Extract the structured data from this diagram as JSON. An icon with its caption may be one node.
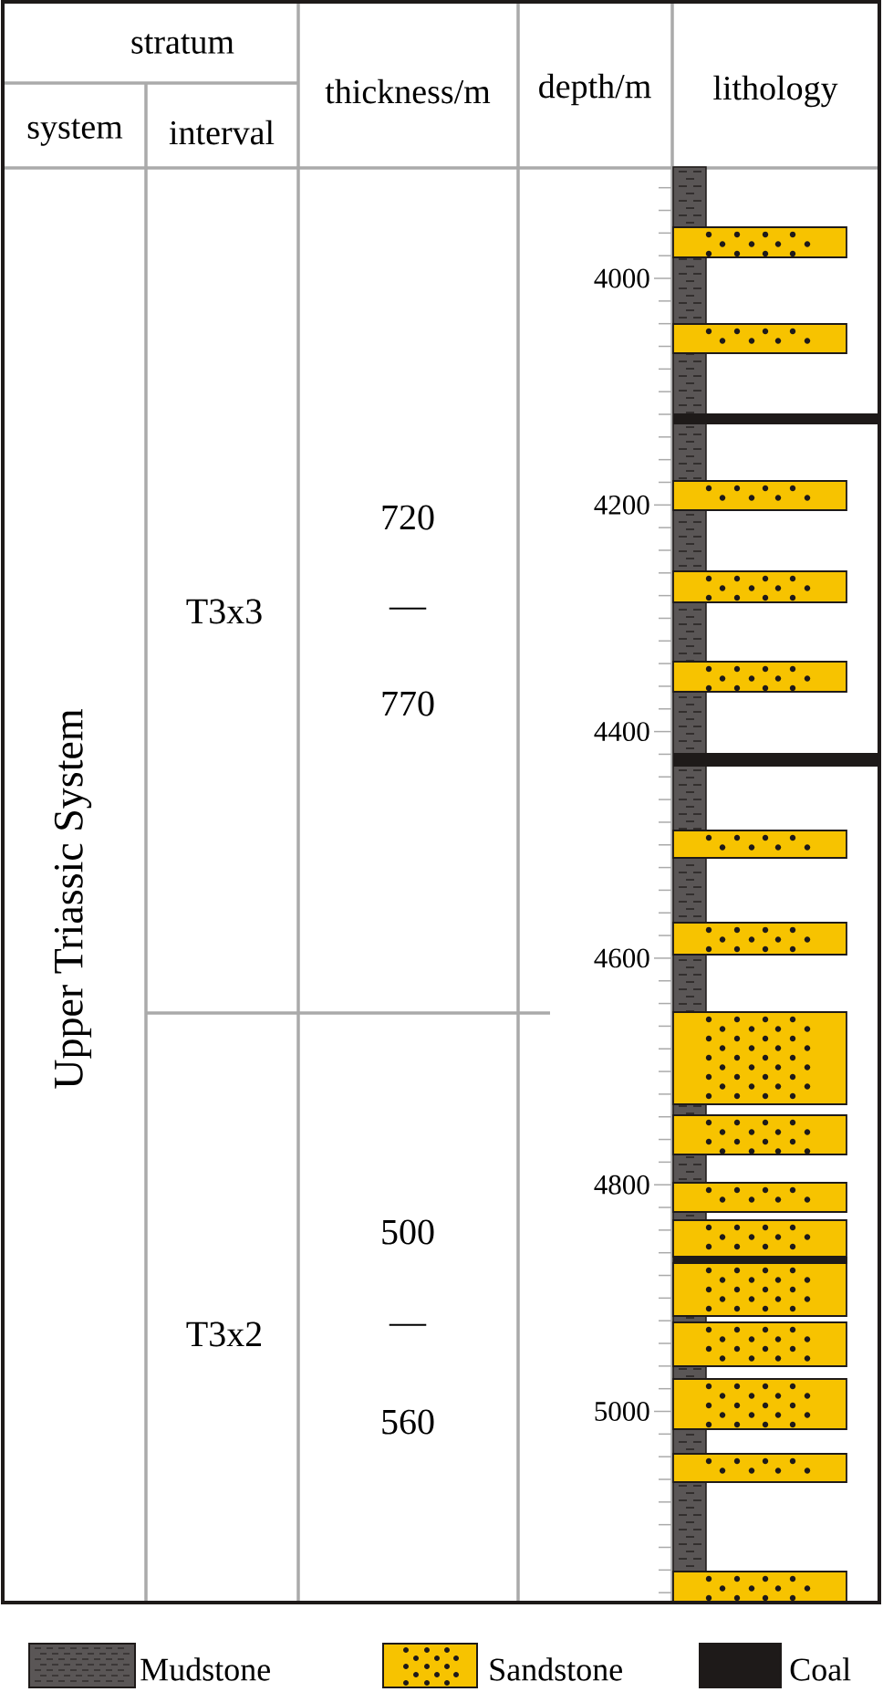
{
  "diagram": {
    "labels": [
      "stratum",
      "thickness/m",
      "depth/m",
      "lithology",
      "system",
      "interval",
      "Upper Triassic System",
      "T3x3",
      "720",
      "—",
      "770",
      "T3x2",
      "500",
      "—",
      "560",
      "4000",
      "4200",
      "4400",
      "4600",
      "4800",
      "5000"
    ],
    "legend": [
      {
        "text": "Mudstone",
        "color": "#5a5656"
      },
      {
        "text": "Sandstone",
        "color": "#f7c300"
      },
      {
        "text": "Coal",
        "color": "#1e1a19"
      }
    ]
  }
}
